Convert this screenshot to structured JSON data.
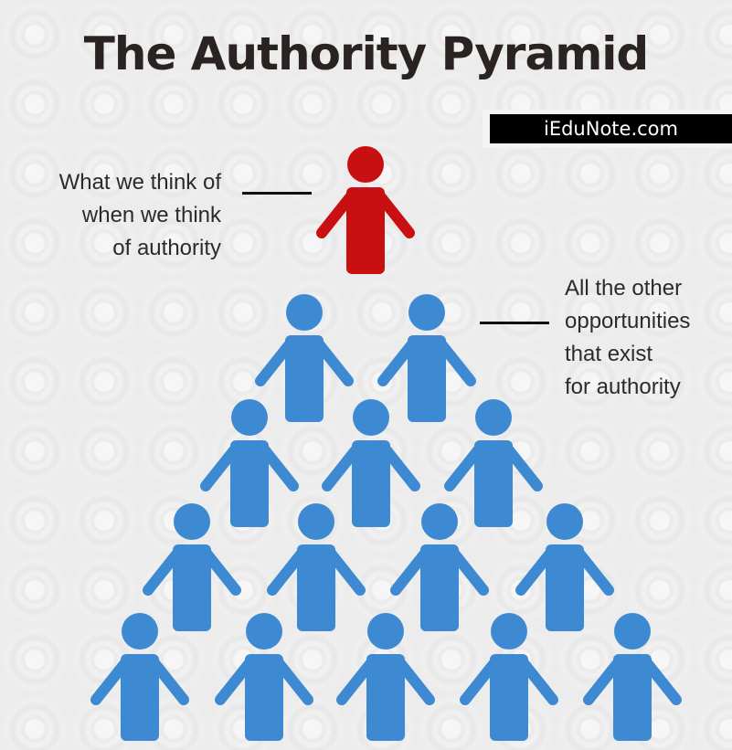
{
  "title": "The Authority Pyramid",
  "brand": "iEduNote.com",
  "annotations": {
    "leader": [
      "What we think of",
      "when we think",
      "of authority"
    ],
    "others": [
      "All the other",
      "opportunities",
      "that exist",
      "for authority"
    ]
  },
  "colors": {
    "leader": "#c81013",
    "others": "#3e8ad2",
    "text": "#2b2b2b",
    "title": "#2a2322"
  },
  "pyramid": {
    "leader_count": 1,
    "rows": [
      2,
      3,
      4,
      5
    ]
  }
}
